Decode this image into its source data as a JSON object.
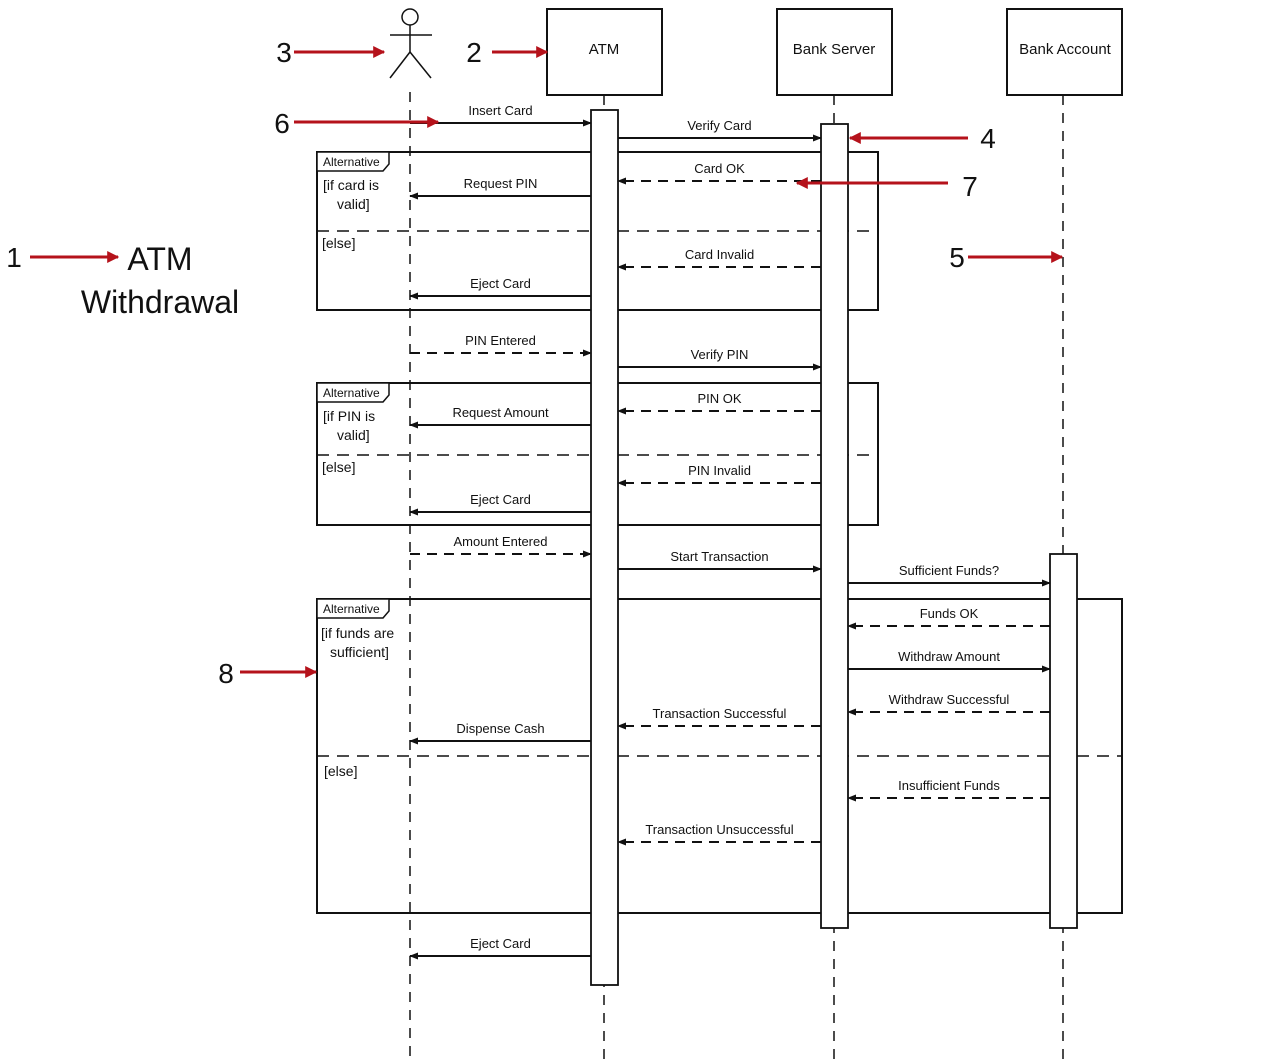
{
  "title": {
    "line1": "ATM",
    "line2": "Withdrawal"
  },
  "participants": [
    {
      "id": "actor",
      "label": "",
      "type": "actor"
    },
    {
      "id": "atm",
      "label": "ATM",
      "type": "object"
    },
    {
      "id": "server",
      "label": "Bank Server",
      "type": "object"
    },
    {
      "id": "account",
      "label": "Bank Account",
      "type": "object"
    }
  ],
  "messages": [
    {
      "label": "Insert Card",
      "from": "actor",
      "to": "atm",
      "style": "solid"
    },
    {
      "label": "Verify Card",
      "from": "atm",
      "to": "server",
      "style": "solid"
    },
    {
      "label": "Card OK",
      "from": "server",
      "to": "atm",
      "style": "dashed"
    },
    {
      "label": "Request PIN",
      "from": "atm",
      "to": "actor",
      "style": "solid"
    },
    {
      "label": "Card Invalid",
      "from": "server",
      "to": "atm",
      "style": "dashed"
    },
    {
      "label": "Eject Card",
      "from": "atm",
      "to": "actor",
      "style": "solid"
    },
    {
      "label": "PIN Entered",
      "from": "actor",
      "to": "atm",
      "style": "dashed"
    },
    {
      "label": "Verify PIN",
      "from": "atm",
      "to": "server",
      "style": "solid"
    },
    {
      "label": "PIN OK",
      "from": "server",
      "to": "atm",
      "style": "dashed"
    },
    {
      "label": "Request Amount",
      "from": "atm",
      "to": "actor",
      "style": "solid"
    },
    {
      "label": "PIN Invalid",
      "from": "server",
      "to": "atm",
      "style": "dashed"
    },
    {
      "label": "Eject Card",
      "from": "atm",
      "to": "actor",
      "style": "solid"
    },
    {
      "label": "Amount Entered",
      "from": "actor",
      "to": "atm",
      "style": "dashed"
    },
    {
      "label": "Start Transaction",
      "from": "atm",
      "to": "server",
      "style": "solid"
    },
    {
      "label": "Sufficient Funds?",
      "from": "server",
      "to": "account",
      "style": "solid"
    },
    {
      "label": "Funds OK",
      "from": "account",
      "to": "server",
      "style": "dashed"
    },
    {
      "label": "Withdraw Amount",
      "from": "server",
      "to": "account",
      "style": "solid"
    },
    {
      "label": "Withdraw Successful",
      "from": "account",
      "to": "server",
      "style": "dashed"
    },
    {
      "label": "Transaction Successful",
      "from": "server",
      "to": "atm",
      "style": "dashed"
    },
    {
      "label": "Dispense Cash",
      "from": "atm",
      "to": "actor",
      "style": "solid"
    },
    {
      "label": "Insufficient Funds",
      "from": "account",
      "to": "server",
      "style": "dashed"
    },
    {
      "label": "Transaction Unsuccessful",
      "from": "server",
      "to": "atm",
      "style": "dashed"
    },
    {
      "label": "Eject Card",
      "from": "atm",
      "to": "actor",
      "style": "solid"
    }
  ],
  "fragments": [
    {
      "tag": "Alternative",
      "guard_line1": "[if card is",
      "guard_line2": "valid]",
      "else": "[else]"
    },
    {
      "tag": "Alternative",
      "guard_line1": "[if PIN is",
      "guard_line2": "valid]",
      "else": "[else]"
    },
    {
      "tag": "Alternative",
      "guard_line1": "[if funds are",
      "guard_line2": "sufficient]",
      "else": "[else]"
    }
  ],
  "callouts": [
    {
      "number": "1",
      "target": "diagram title"
    },
    {
      "number": "2",
      "target": "ATM object"
    },
    {
      "number": "3",
      "target": "actor"
    },
    {
      "number": "4",
      "target": "activation bar"
    },
    {
      "number": "5",
      "target": "lifeline"
    },
    {
      "number": "6",
      "target": "synchronous message"
    },
    {
      "number": "7",
      "target": "return message"
    },
    {
      "number": "8",
      "target": "alternative fragment"
    }
  ],
  "colors": {
    "callout_arrow": "#b5121b",
    "line": "#111111"
  }
}
